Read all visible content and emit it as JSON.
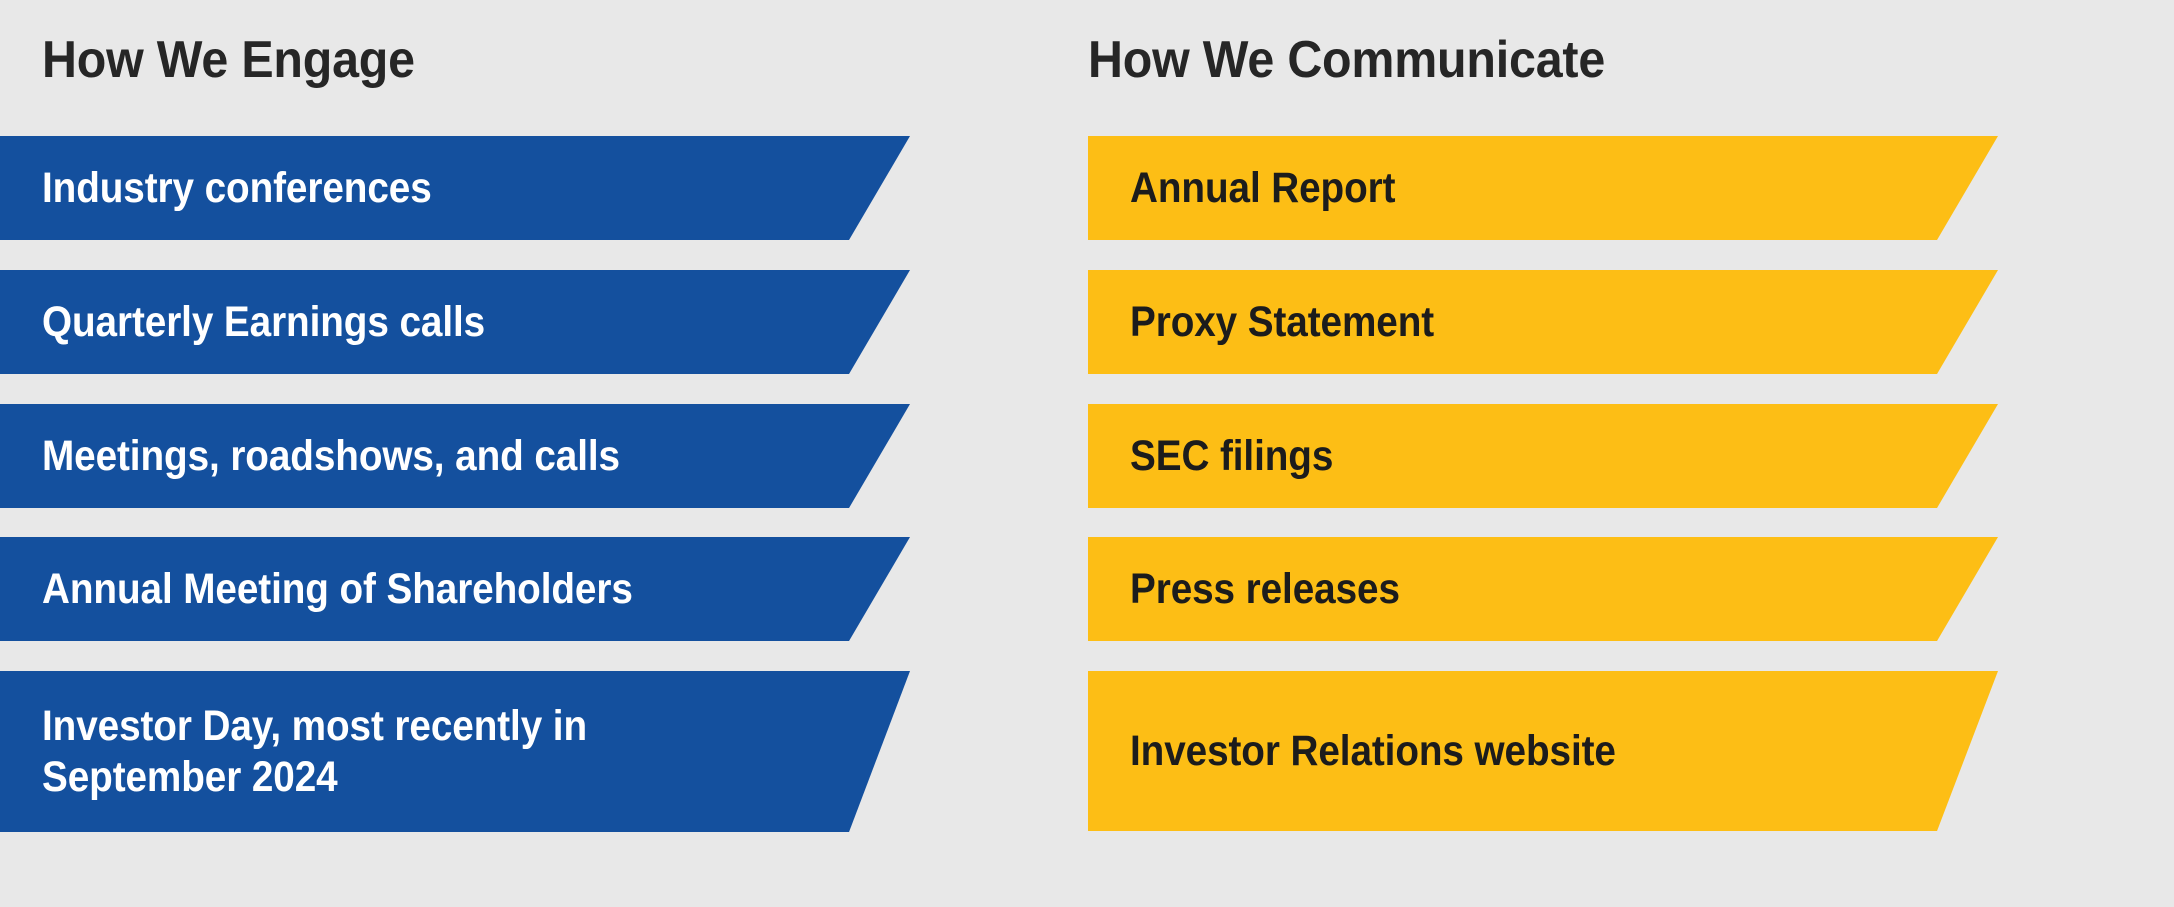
{
  "theme": {
    "background": "#e8e8e8",
    "blue": "#14509e",
    "yellow": "#fdbe15",
    "title_color": "#262626",
    "blue_text_color": "#ffffff",
    "yellow_text_color": "#1c1c1c"
  },
  "columns": [
    {
      "id": "how-we-engage",
      "title": "How We Engage",
      "accent": "#14509e",
      "items": [
        {
          "label": "Industry conferences"
        },
        {
          "label": "Quarterly Earnings calls"
        },
        {
          "label": "Meetings, roadshows, and calls"
        },
        {
          "label": "Annual Meeting of Shareholders"
        },
        {
          "label": "Investor Day, most recently in\nSeptember 2024"
        }
      ]
    },
    {
      "id": "how-we-communicate",
      "title": "How We Communicate",
      "accent": "#fdbe15",
      "items": [
        {
          "label": "Annual Report"
        },
        {
          "label": "Proxy Statement"
        },
        {
          "label": "SEC filings"
        },
        {
          "label": "Press releases"
        },
        {
          "label": "Investor Relations website"
        }
      ]
    }
  ]
}
